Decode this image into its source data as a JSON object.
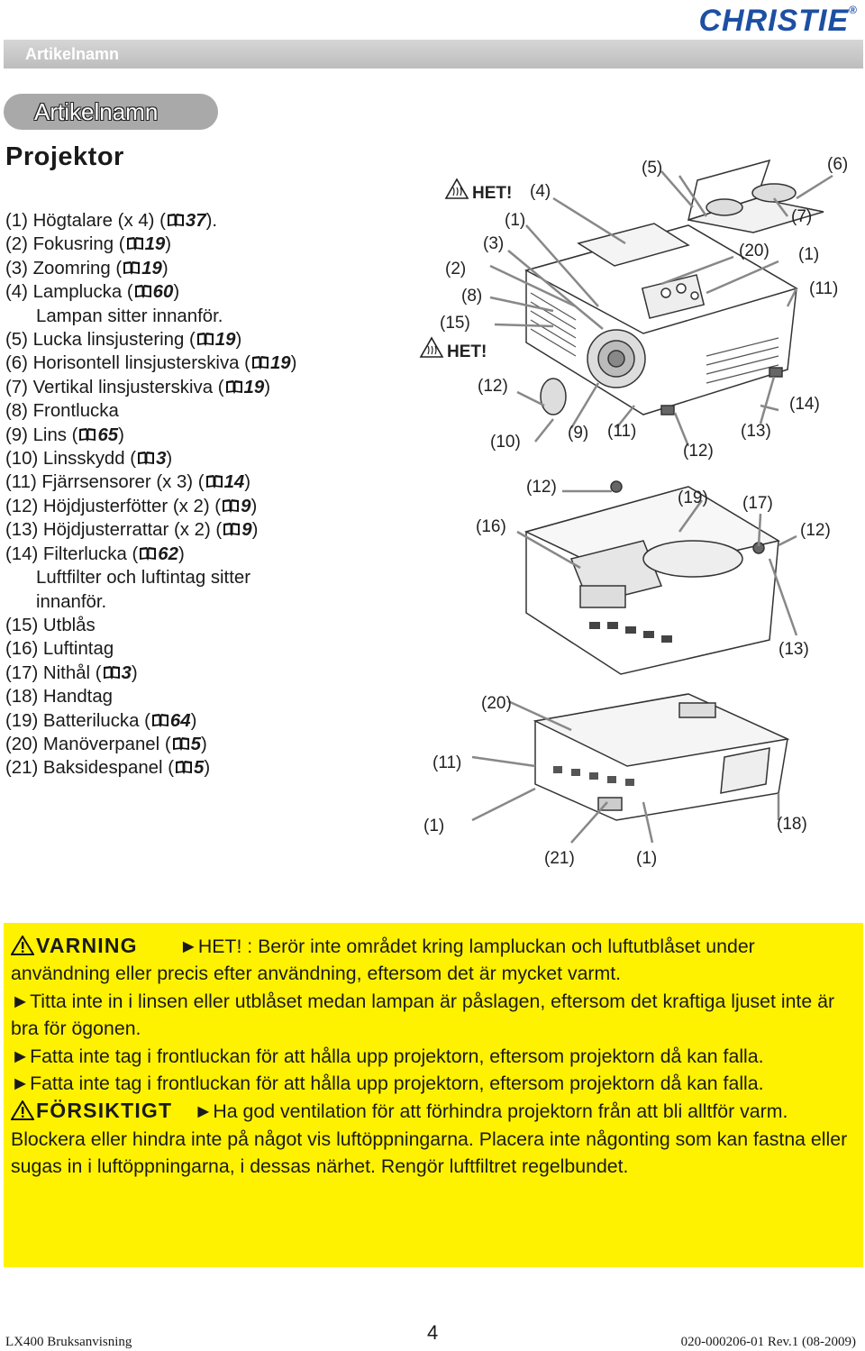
{
  "brand": {
    "logo_text": "CHRISTIE",
    "registered": "®"
  },
  "header": {
    "bar_title": "Artikelnamn",
    "pill_title": "Artikelnamn"
  },
  "section": {
    "title": "Projektor"
  },
  "parts": [
    {
      "text": "(1) Högtalare (x 4) (",
      "ref": "37",
      "tail": ")."
    },
    {
      "text": "(2) Fokusring (",
      "ref": "19",
      "tail": ")"
    },
    {
      "text": "(3) Zoomring (",
      "ref": "19",
      "tail": ")"
    },
    {
      "text": "(4) Lamplucka (",
      "ref": "60",
      "tail": ")"
    },
    {
      "text": "Lampan sitter innanför.",
      "indent": true
    },
    {
      "text": "(5) Lucka linsjustering (",
      "ref": "19",
      "tail": ")"
    },
    {
      "text": "(6) Horisontell linsjusterskiva (",
      "ref": "19",
      "tail": ")"
    },
    {
      "text": "(7) Vertikal linsjusterskiva (",
      "ref": "19",
      "tail": ")"
    },
    {
      "text": "(8) Frontlucka"
    },
    {
      "text": "(9) Lins (",
      "ref": "65",
      "tail": ")"
    },
    {
      "text": "(10) Linsskydd (",
      "ref": "3",
      "tail": ")"
    },
    {
      "text": "(11) Fjärrsensorer (x 3) (",
      "ref": "14",
      "tail": ")"
    },
    {
      "text": "(12) Höjdjusterfötter (x 2) (",
      "ref": "9",
      "tail": ")"
    },
    {
      "text": "(13) Höjdjusterrattar (x 2) (",
      "ref": "9",
      "tail": ")"
    },
    {
      "text": "(14) Filterlucka (",
      "ref": "62",
      "tail": ")"
    },
    {
      "text": "Luftfilter och luftintag sitter",
      "indent": true
    },
    {
      "text": "innanför.",
      "indent": true
    },
    {
      "text": "(15) Utblås"
    },
    {
      "text": "(16) Luftintag"
    },
    {
      "text": "(17) Nithål (",
      "ref": "3",
      "tail": ")"
    },
    {
      "text": "(18) Handtag"
    },
    {
      "text": "(19) Batterilucka (",
      "ref": "64",
      "tail": ")"
    },
    {
      "text": "(20) Manöverpanel (",
      "ref": "5",
      "tail": ")"
    },
    {
      "text": "(21) Baksidespanel (",
      "ref": "5",
      "tail": ")"
    }
  ],
  "diagram": {
    "het_label": "HET!",
    "callouts": {
      "c4": "(4)",
      "c1a": "(1)",
      "c3": "(3)",
      "c2": "(2)",
      "c8": "(8)",
      "c15": "(15)",
      "c12a": "(12)",
      "c10": "(10)",
      "c9": "(9)",
      "c11a": "(11)",
      "c5": "(5)",
      "c6": "(6)",
      "c7": "(7)",
      "c20a": "(20)",
      "c1b": "(1)",
      "c11b": "(11)",
      "c14": "(14)",
      "c13a": "(13)",
      "c12b": "(12)",
      "c12c": "(12)",
      "c19": "(19)",
      "c17": "(17)",
      "c16": "(16)",
      "c12d": "(12)",
      "c13b": "(13)",
      "c20b": "(20)",
      "c11c": "(11)",
      "c1c": "(1)",
      "c18": "(18)",
      "c21": "(21)",
      "c1d": "(1)"
    }
  },
  "warnings": {
    "warning_label": "VARNING",
    "warning_paragraphs": [
      "►HET! : Berör inte området kring lampluckan och luftutblåset under användning eller precis efter användning, eftersom det är mycket varmt.",
      "►Titta inte in i linsen eller utblåset medan lampan är påslagen, eftersom det kraftiga ljuset inte är bra för ögonen.",
      "►Fatta inte tag i frontluckan för att hålla upp projektorn, eftersom projektorn då kan falla.",
      "►Fatta inte tag i frontluckan för att hålla upp projektorn, eftersom projektorn då kan falla."
    ],
    "caution_label": "FÖRSIKTIGT",
    "caution_text": "►Ha god ventilation för att förhindra projektorn från att bli alltför varm. Blockera eller hindra inte på något vis luftöppningarna. Placera inte någonting som kan fastna eller sugas in i luftöppningarna, i dessas närhet. Rengör luftfiltret regelbundet.",
    "colors": {
      "box": "#fff200"
    }
  },
  "footer": {
    "manual": "LX400 Bruksanvisning",
    "page": "4",
    "doc_id": "020-000206-01 Rev.1 (08-2009)"
  }
}
